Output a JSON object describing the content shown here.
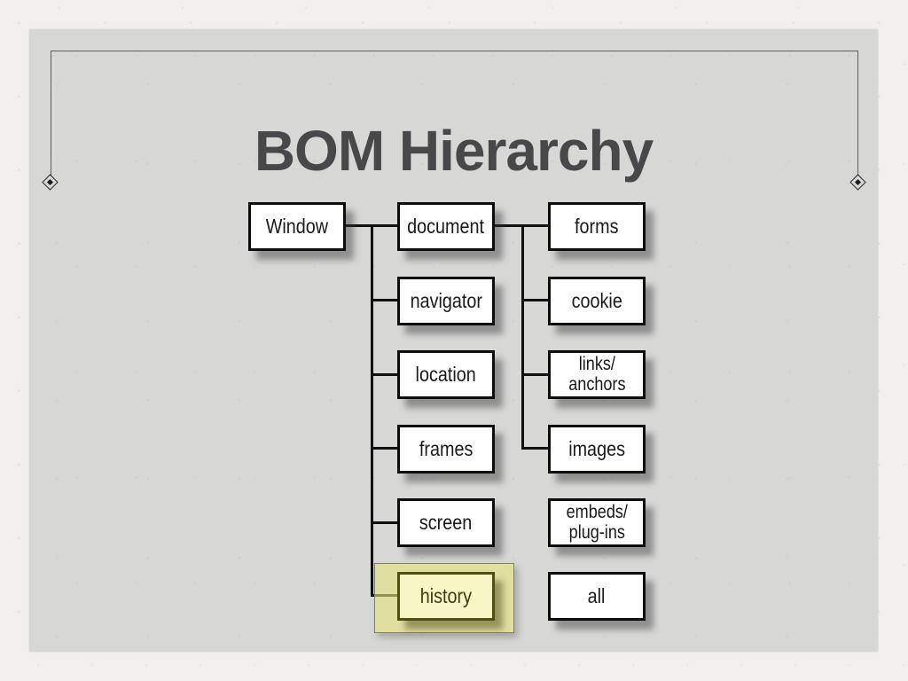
{
  "slide": {
    "title": "BOM Hierarchy",
    "frame_ornament": "diamond",
    "colors": {
      "slide_bg": "#d7d7d6",
      "page_bg": "#f1f0ee",
      "line": "#101010",
      "box_fill": "#fffefe",
      "box_border": "#0d0d0d",
      "highlight_fill": "rgba(228,228,128,0.62)",
      "highlight_box_fill": "#f7f7c6",
      "highlight_box_border": "#4f4f10",
      "highlight_text": "#3c3c12",
      "title_color": "#48484a"
    }
  },
  "diagram": {
    "nodes": {
      "window": {
        "label": "Window"
      },
      "document": {
        "label": "document"
      },
      "navigator": {
        "label": "navigator"
      },
      "location": {
        "label": "location"
      },
      "frames": {
        "label": "frames"
      },
      "screen": {
        "label": "screen"
      },
      "history": {
        "label": "history",
        "highlighted": true
      },
      "forms": {
        "label": "forms"
      },
      "cookie": {
        "label": "cookie"
      },
      "links_anchors": {
        "label": "links/\nanchors"
      },
      "images": {
        "label": "images"
      },
      "embeds_plugins": {
        "label": "embeds/\nplug-ins"
      },
      "all": {
        "label": "all"
      }
    },
    "edges": [
      {
        "from": "Window",
        "to": [
          "document",
          "navigator",
          "location",
          "frames",
          "screen",
          "history"
        ]
      },
      {
        "from": "document",
        "to": [
          "forms",
          "cookie",
          "links/anchors",
          "images"
        ]
      }
    ]
  }
}
